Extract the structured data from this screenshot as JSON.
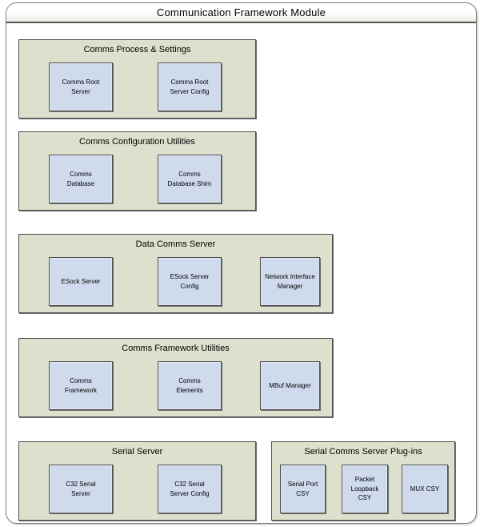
{
  "window": {
    "title": "Communication Framework Module"
  },
  "colors": {
    "group_fill": "#dde0cc",
    "node_fill": "#cfdbed",
    "node_border": "#4f4f4f",
    "outer_border": "#7d7d7d"
  },
  "groups": [
    {
      "label": "Comms Process & Settings",
      "nodes": [
        "Comms Root\nServer",
        "Comms Root\nServer Config"
      ]
    },
    {
      "label": "Comms Configuration Utilities",
      "nodes": [
        "Comms\nDatabase",
        "Comms\nDatabase Shim"
      ]
    },
    {
      "label": "Data Comms Server",
      "nodes": [
        "ESock Server",
        "ESock Server\nConfig",
        "Network Interface\nManager"
      ]
    },
    {
      "label": "Comms Framework Utilities",
      "nodes": [
        "Comms\nFramework",
        "Comms\nElements",
        "MBuf Manager"
      ]
    },
    {
      "label": "Serial Server",
      "nodes": [
        "C32 Serial\nServer",
        "C32 Serial\nServer Config"
      ]
    },
    {
      "label": "Serial Comms Server Plug-ins",
      "nodes": [
        "Serial Port\nCSY",
        "Packet\nLoopback\nCSY",
        "MUX CSY"
      ]
    }
  ]
}
